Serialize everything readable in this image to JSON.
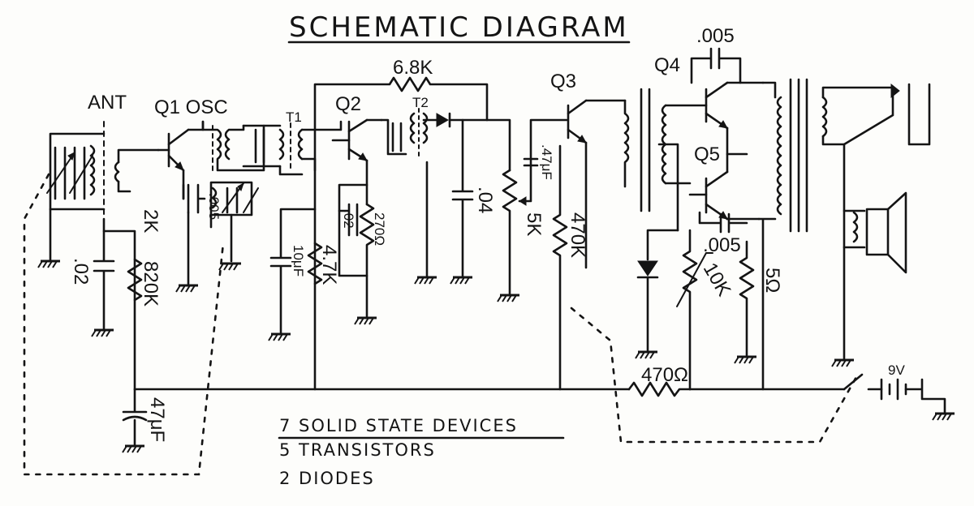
{
  "title": "SCHEMATIC DIAGRAM",
  "labels": {
    "ant": "ANT",
    "q1": "Q1 OSC",
    "t1": "T1",
    "t2": "T2",
    "q2": "Q2",
    "q3": "Q3",
    "q4": "Q4",
    "q5": "Q5",
    "r_6_8k": "6.8K",
    "c_005_q4": ".005",
    "c_02_left": ".02",
    "r_2k": "2K",
    "r_820k": "820K",
    "c_005_q1": ".005",
    "c_47uf_bottom": "47μF",
    "c_10uf": "10μF",
    "r_4_7k": "4.7K",
    "c_02_mid": ".02",
    "r_270": "270Ω",
    "c_04": ".04",
    "c_47uf_q3": ".47μF",
    "r_5k": "5K",
    "r_470k": "470K",
    "r_10k": "10K",
    "c_005_q5": ".005",
    "r_5ohm": "5Ω",
    "r_470ohm": "470Ω",
    "batt": "9V"
  },
  "notes": {
    "line1": "7 SOLID STATE DEVICES",
    "line2": "5 TRANSISTORS",
    "line3": "2 DIODES"
  }
}
